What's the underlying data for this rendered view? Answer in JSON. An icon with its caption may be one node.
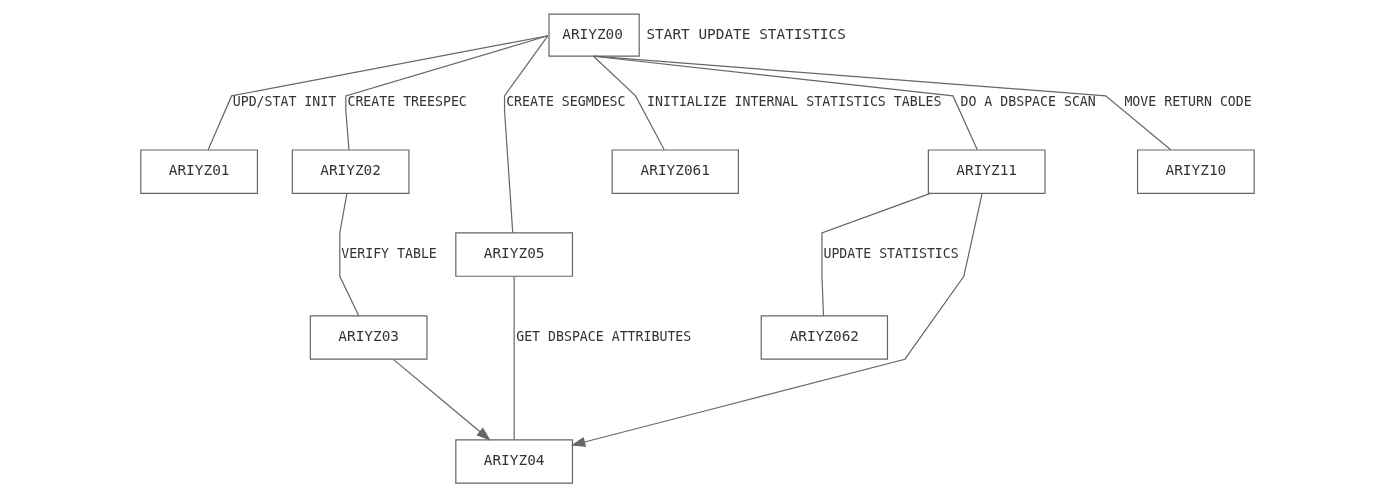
{
  "diagram": {
    "nodes": [
      {
        "text": [
          "ARIYZ00"
        ],
        "beside": [
          "START UPDATE STATISTICS"
        ]
      },
      {
        "text": [
          "ARIYZ01"
        ]
      },
      {
        "text": [
          "ARIYZ02"
        ]
      },
      {
        "text": [
          "ARIYZ05"
        ]
      },
      {
        "text": [
          "ARIYZ061"
        ]
      },
      {
        "text": [
          "ARIYZ11"
        ]
      },
      {
        "text": [
          "ARIYZ10"
        ]
      },
      {
        "text": [
          "ARIYZ03"
        ]
      },
      {
        "text": [
          "ARIYZ062"
        ]
      },
      {
        "text": [
          "ARIYZ04"
        ]
      }
    ],
    "edges": [
      {
        "from": 0,
        "to": 1,
        "arrow": "none",
        "label": "UPD/STAT INIT"
      },
      {
        "from": 0,
        "to": 2,
        "arrow": "none",
        "label": "CREATE TREESPEC"
      },
      {
        "from": 0,
        "to": 3,
        "arrow": "none",
        "label": "CREATE SEGMDESC"
      },
      {
        "from": 0,
        "to": 4,
        "arrow": "none",
        "label": "INITIALIZE INTERNAL STATISTICS TABLES"
      },
      {
        "from": 0,
        "to": 5,
        "arrow": "none",
        "label": "DO A DBSPACE SCAN"
      },
      {
        "from": 0,
        "to": 6,
        "arrow": "none",
        "label": "MOVE RETURN CODE"
      },
      {
        "from": 2,
        "to": 7,
        "arrow": "none",
        "label": "VERIFY TABLE"
      },
      {
        "from": 5,
        "to": 8,
        "arrow": "none",
        "label": "UPDATE STATISTICS"
      },
      {
        "from": 3,
        "to": 9,
        "arrow": "none",
        "label": "GET DBSPACE ATTRIBUTES"
      },
      {
        "from": 5,
        "to": 9,
        "arrow": "to"
      },
      {
        "from": 7,
        "to": 9,
        "arrow": "to"
      }
    ]
  }
}
